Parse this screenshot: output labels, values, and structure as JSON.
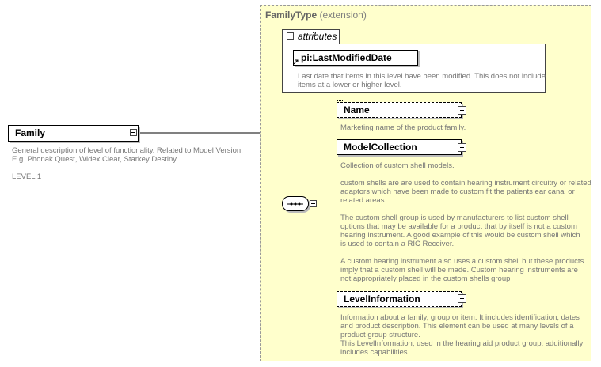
{
  "root_element": {
    "name": "Family",
    "description_line1": "General description of level of functionality.  Related to Model Version.",
    "description_line2": "E.g. Phonak Quest, Widex Clear, Starkey Destiny.",
    "level": "LEVEL 1"
  },
  "complex_type": {
    "name": "FamilyType",
    "qualifier": "(extension)"
  },
  "attributes": {
    "tab_label": "attributes",
    "items": [
      {
        "name": "pi:LastModifiedDate",
        "description_line1": "Last date that items in this level have been modified. This does not include",
        "description_line2": "items at a lower or higher level."
      }
    ]
  },
  "children": [
    {
      "name": "Name",
      "optional": true,
      "description": [
        "Marketing name of the product family."
      ]
    },
    {
      "name": "ModelCollection",
      "optional": false,
      "description": [
        "Collection of custom shell models.",
        "",
        "custom shells are are used to contain hearing instrument circuitry or related",
        "adaptors which have been made to custom fit the patients ear canal or",
        "related areas.",
        "",
        "The custom shell group is used by manufacturers to list custom shell",
        "options that may be available for a product that by itself is not a custom",
        "hearing instrument.  A good example of this would be custom shell which",
        "is used to contain a RIC Receiver.",
        "",
        "A custom hearing instrument also uses a custom shell but these products",
        "imply that a custom shell will be made.  Custom hearing instruments are",
        "not appropriately placed in the custom shells group"
      ]
    },
    {
      "name": "LevelInformation",
      "optional": true,
      "description": [
        "Information about a family, group or item. It includes identification, dates",
        "and product description. This element can be used at many levels of a",
        "product group structure.",
        "This LevelInformation, used in the hearing aid product group, additionally",
        "includes capabilities."
      ]
    }
  ],
  "colors": {
    "type_background": "#ffffcc",
    "type_border": "#999999",
    "description_text": "#777777"
  }
}
